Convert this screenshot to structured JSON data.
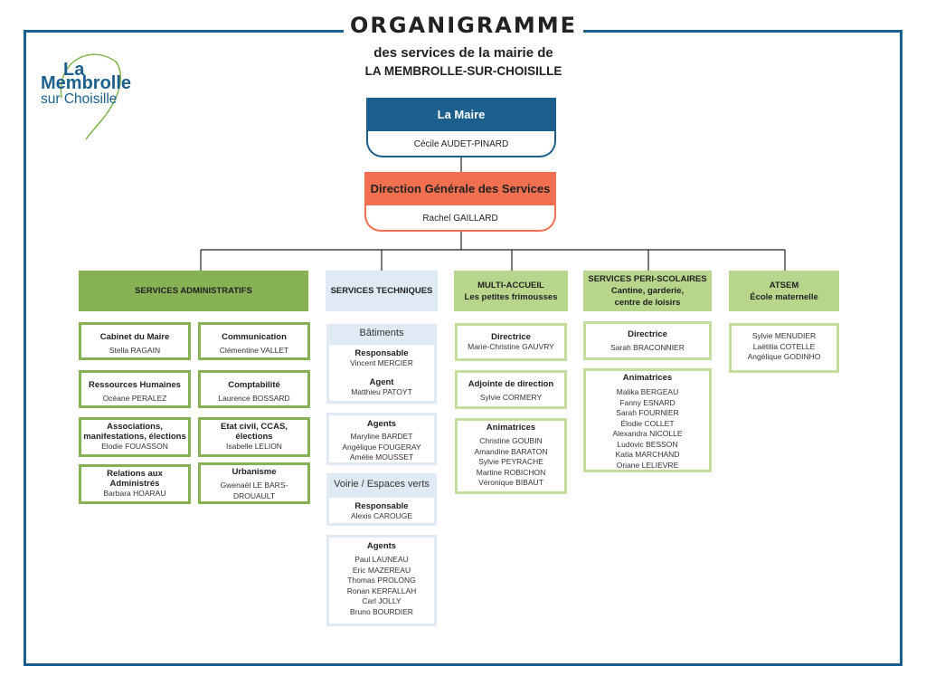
{
  "header": {
    "title": "ORGANIGRAMME",
    "subtitle": "des services de la mairie de",
    "commune": "LA MEMBROLLE-SUR-CHOISILLE"
  },
  "logo": {
    "line1": "La",
    "line2": "Membrolle",
    "line3": "sur Choisille"
  },
  "colors": {
    "frame": "#1c5f8c",
    "maire": "#1c5f8c",
    "dgs": "#f2704f",
    "green_dark": "#86b155",
    "green_light": "#b7d68b",
    "blue_light": "#dfeaf5"
  },
  "maire": {
    "title": "La Maire",
    "name": "Cécile AUDET-PINARD"
  },
  "dgs": {
    "title": "Direction Générale des Services",
    "name": "Rachel GAILLARD"
  },
  "admin": {
    "title": "SERVICES ADMINISTRATIFS",
    "boxes": [
      {
        "title": "Cabinet du Maire",
        "name": "Stella RAGAIN"
      },
      {
        "title": "Communication",
        "name": "Clémentine VALLET"
      },
      {
        "title": "Ressources Humaines",
        "name": "Océane PERALEZ"
      },
      {
        "title": "Comptabilité",
        "name": "Laurence BOSSARD"
      },
      {
        "title1": "Associations,",
        "title2": "manifestations, élections",
        "name": "Elodie FOUASSON"
      },
      {
        "title1": "Etat civil, CCAS,",
        "title2": "élections",
        "name": "Isabelle LELION"
      },
      {
        "title1": "Relations aux",
        "title2": "Administrés",
        "name": "Barbara HOARAU"
      },
      {
        "title": "Urbanisme",
        "name1": "Gwenaël LE BARS-",
        "name2": "DROUAULT"
      }
    ]
  },
  "tech": {
    "title": "SERVICES TECHNIQUES",
    "batiments": "Bâtiments",
    "bat_resp_label": "Responsable",
    "bat_resp_name": "Vincent MERCIER",
    "bat_agent_label": "Agent",
    "bat_agent_name": "Matthieu PATOYT",
    "agents_label": "Agents",
    "agents": [
      "Maryline BARDET",
      "Angélique FOUGERAY",
      "Amélie MOUSSET"
    ],
    "voirie": "Voirie / Espaces verts",
    "voirie_resp_label": "Responsable",
    "voirie_resp_name": "Alexis CAROUGE",
    "voirie_agents_label": "Agents",
    "voirie_agents": [
      "Paul LAUNEAU",
      "Eric MAZEREAU",
      "Thomas PROLONG",
      "Ronan KERFALLAH",
      "Carl JOLLY",
      "Bruno BOURDIER"
    ]
  },
  "multi": {
    "title1": "MULTI-ACCUEIL",
    "title2": "Les petites frimousses",
    "dir_label": "Directrice",
    "dir_name": "Marie-Christine GAUVRY",
    "adj_label": "Adjointe de direction",
    "adj_name": "Sylvie CORMERY",
    "anim_label": "Animatrices",
    "animatrices": [
      "Christine GOUBIN",
      "Amandine BARATON",
      "Sylvie PEYRACHE",
      "Martine ROBICHON",
      "Véronique BIBAUT"
    ]
  },
  "peri": {
    "title1": "SERVICES PERI-SCOLAIRES",
    "title2": "Cantine, garderie,",
    "title3": "centre de loisirs",
    "dir_label": "Directrice",
    "dir_name": "Sarah BRACONNIER",
    "anim_label": "Animatrices",
    "animatrices": [
      "Malika BERGEAU",
      "Fanny ESNARD",
      "Sarah FOURNIER",
      "Élodie COLLET",
      "Alexandra NICOLLE",
      "Ludovic BESSON",
      "Katia MARCHAND",
      "Oriane LELIEVRE"
    ]
  },
  "atsem": {
    "title1": "ATSEM",
    "title2": "École maternelle",
    "names": [
      "Sylvie MENUDIER",
      "Laëtitia COTELLE",
      "Angélique GODINHO"
    ]
  }
}
